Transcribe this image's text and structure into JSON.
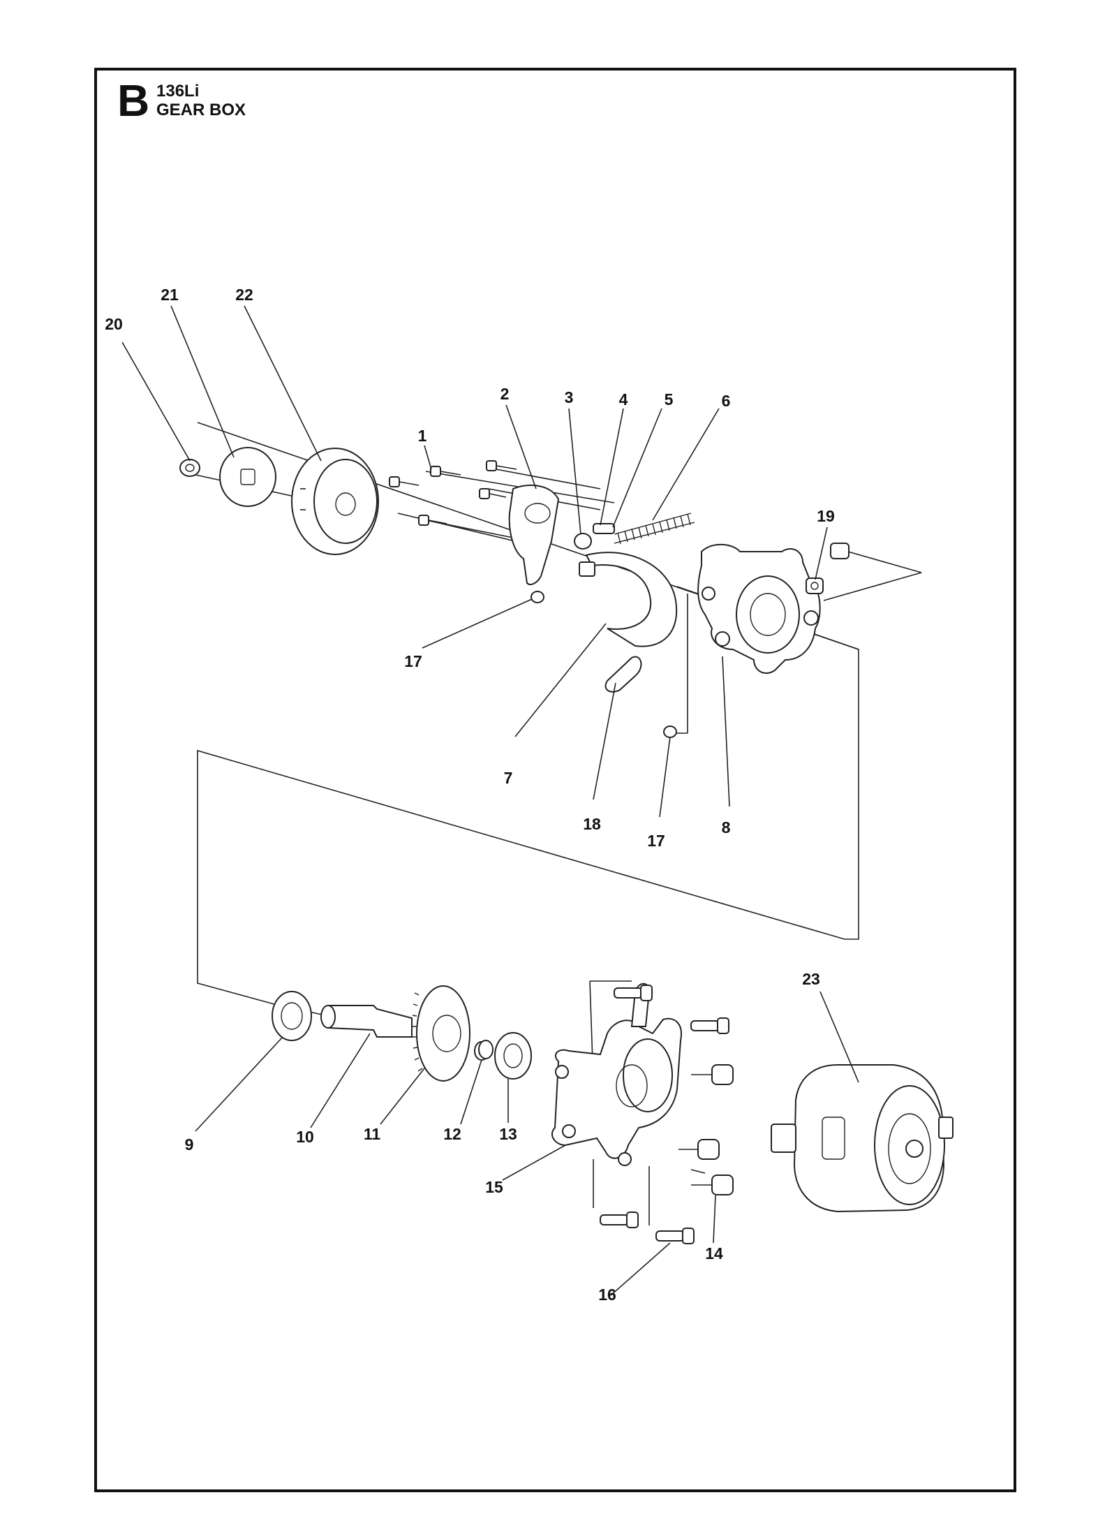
{
  "header": {
    "section_letter": "B",
    "model": "136Li",
    "title": "GEAR BOX"
  },
  "callouts": [
    {
      "id": "c1",
      "label": "1"
    },
    {
      "id": "c2",
      "label": "2"
    },
    {
      "id": "c3",
      "label": "3"
    },
    {
      "id": "c4",
      "label": "4"
    },
    {
      "id": "c5",
      "label": "5"
    },
    {
      "id": "c6",
      "label": "6"
    },
    {
      "id": "c7",
      "label": "7"
    },
    {
      "id": "c8",
      "label": "8"
    },
    {
      "id": "c9",
      "label": "9"
    },
    {
      "id": "c10",
      "label": "10"
    },
    {
      "id": "c11",
      "label": "11"
    },
    {
      "id": "c12",
      "label": "12"
    },
    {
      "id": "c13",
      "label": "13"
    },
    {
      "id": "c14",
      "label": "14"
    },
    {
      "id": "c15",
      "label": "15"
    },
    {
      "id": "c16",
      "label": "16"
    },
    {
      "id": "c17a",
      "label": "17"
    },
    {
      "id": "c17b",
      "label": "17"
    },
    {
      "id": "c18",
      "label": "18"
    },
    {
      "id": "c19",
      "label": "19"
    },
    {
      "id": "c20",
      "label": "20"
    },
    {
      "id": "c21",
      "label": "21"
    },
    {
      "id": "c22",
      "label": "22"
    },
    {
      "id": "c23",
      "label": "23"
    }
  ]
}
